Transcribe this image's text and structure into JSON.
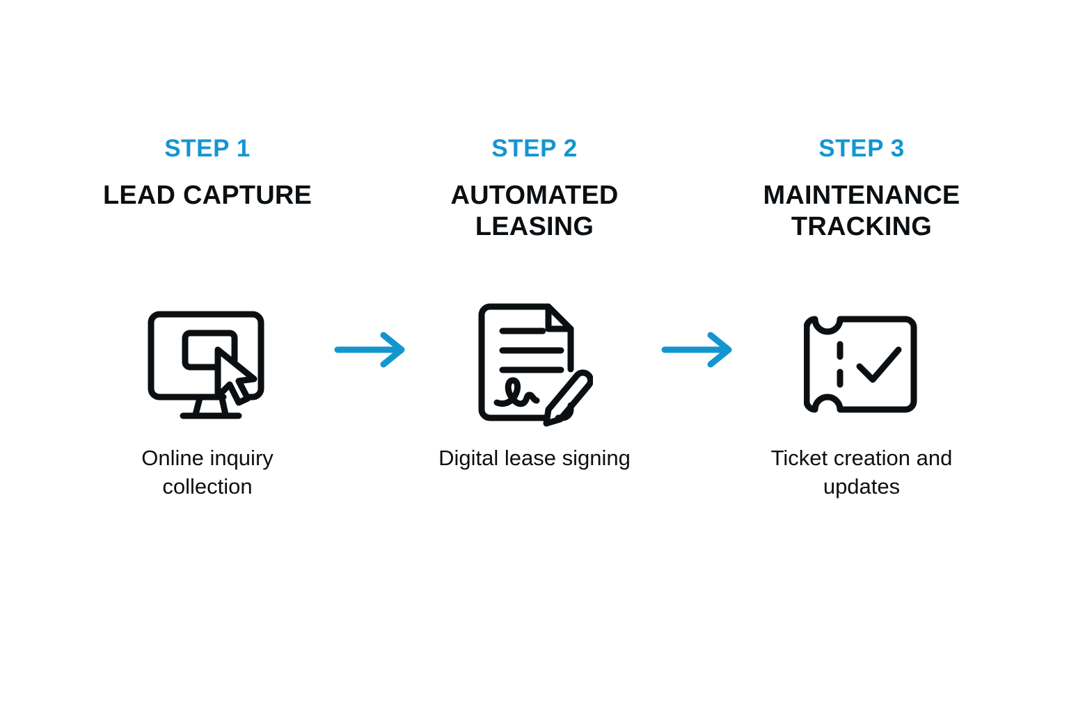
{
  "diagram": {
    "type": "process-flow",
    "orientation": "horizontal",
    "background_color": "#ffffff",
    "accent_color": "#1396cf",
    "text_color": "#0b0f12",
    "step_count": 3
  },
  "steps": [
    {
      "eyebrow": "STEP 1",
      "title": "LEAD CAPTURE",
      "caption": "Online inquiry collection",
      "icon": "monitor-cursor-icon",
      "icon_color": "#0b0f12"
    },
    {
      "eyebrow": "STEP 2",
      "title": "AUTOMATED LEASING",
      "caption": "Digital lease signing",
      "icon": "signed-document-pen-icon",
      "icon_color": "#0b0f12"
    },
    {
      "eyebrow": "STEP 3",
      "title": "MAINTENANCE TRACKING",
      "caption": "Ticket creation and updates",
      "icon": "ticket-check-icon",
      "icon_color": "#0b0f12"
    }
  ],
  "connectors": [
    {
      "name": "arrow-right-1",
      "from": "STEP 1",
      "to": "STEP 2",
      "color": "#1396cf"
    },
    {
      "name": "arrow-right-2",
      "from": "STEP 2",
      "to": "STEP 3",
      "color": "#1396cf"
    }
  ]
}
